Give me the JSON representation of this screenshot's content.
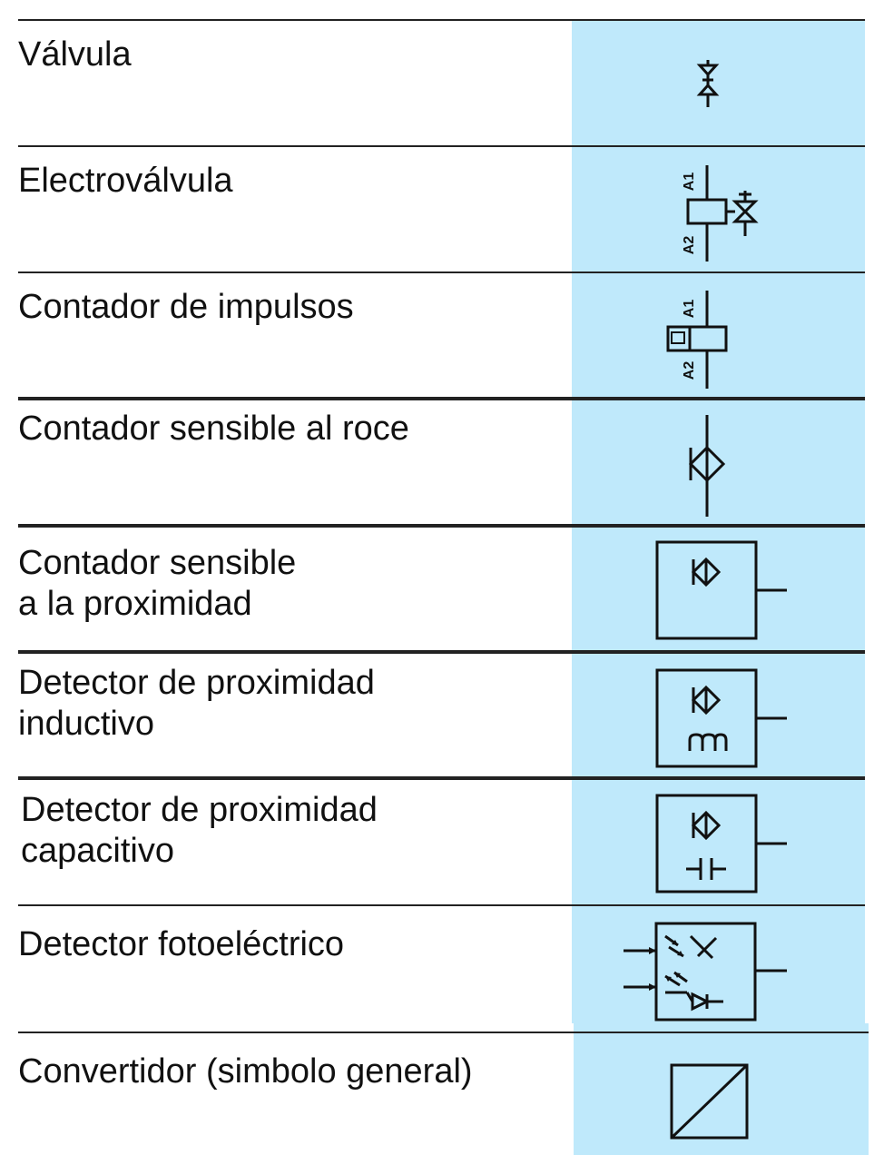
{
  "rows": [
    {
      "label": "Válvula",
      "symbol": "valve-icon"
    },
    {
      "label": "Electroválvula",
      "symbol": "solenoid-valve-icon"
    },
    {
      "label": "Contador de impulsos",
      "symbol": "impulse-counter-icon"
    },
    {
      "label": "Contador sensible al roce",
      "symbol": "touch-sensitive-contact-icon"
    },
    {
      "label": "Contador sensible\na la proximidad",
      "symbol": "proximity-sensitive-contact-icon"
    },
    {
      "label": "Detector de proximidad\ninductivo",
      "symbol": "inductive-proximity-detector-icon"
    },
    {
      "label": "Detector de proximidad\ncapacitivo",
      "symbol": "capacitive-proximity-detector-icon"
    },
    {
      "label": "Detector fotoeléctrico",
      "symbol": "photoelectric-detector-icon"
    },
    {
      "label": "Convertidor (simbolo general)",
      "symbol": "converter-icon"
    }
  ],
  "terminals": {
    "a1": "A1",
    "a2": "A2"
  },
  "colors": {
    "symbol_column": "#bfe9fb",
    "line": "#222222"
  }
}
